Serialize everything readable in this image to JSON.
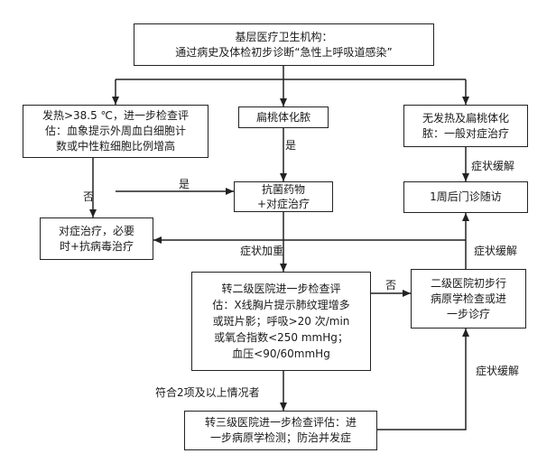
{
  "nodes": {
    "start": [
      "基层医疗卫生机构：",
      "通过病史及体检初步诊断“急性上呼吸道感染”"
    ],
    "fever": [
      "发热>38.5 ℃，进一步检查评",
      "估：血象提示外周血白细胞计",
      "数或中性粒细胞比例增高"
    ],
    "purulent": [
      "扁桃体化脓"
    ],
    "no_fever": [
      "无发热及扁桃体化",
      "脓：一般对症治疗"
    ],
    "antibiotic": [
      "抗菌药物",
      "+对症治疗"
    ],
    "followup": [
      "1周后门诊随访"
    ],
    "symptomatic": [
      "对症治疗，必要",
      "时+抗病毒治疗"
    ],
    "secondary_eval": [
      "转二级医院进一步检查评",
      "估：X线胸片提示肺纹理增多",
      "或斑片影；呼吸>20 次/min",
      "或氧合指数<250 mmHg；",
      "血压<90/60mmHg"
    ],
    "secondary_initial": [
      "二级医院初步行",
      "病原学检查或进",
      "一步诊疗"
    ],
    "tertiary": [
      "转三级医院进一步检查评估：进",
      "一步病原学检测；防治并发症"
    ]
  },
  "edge_labels": {
    "yes_purulent": "是",
    "yes_fever": "是",
    "no_fever": "否",
    "no_secondary": "否",
    "worsen": "症状加重",
    "relief_no_fever": "症状缓解",
    "relief_symptomatic": "症状缓解",
    "relief_tertiary": "症状缓解",
    "two_or_more": "符合2项及以上情况者"
  }
}
